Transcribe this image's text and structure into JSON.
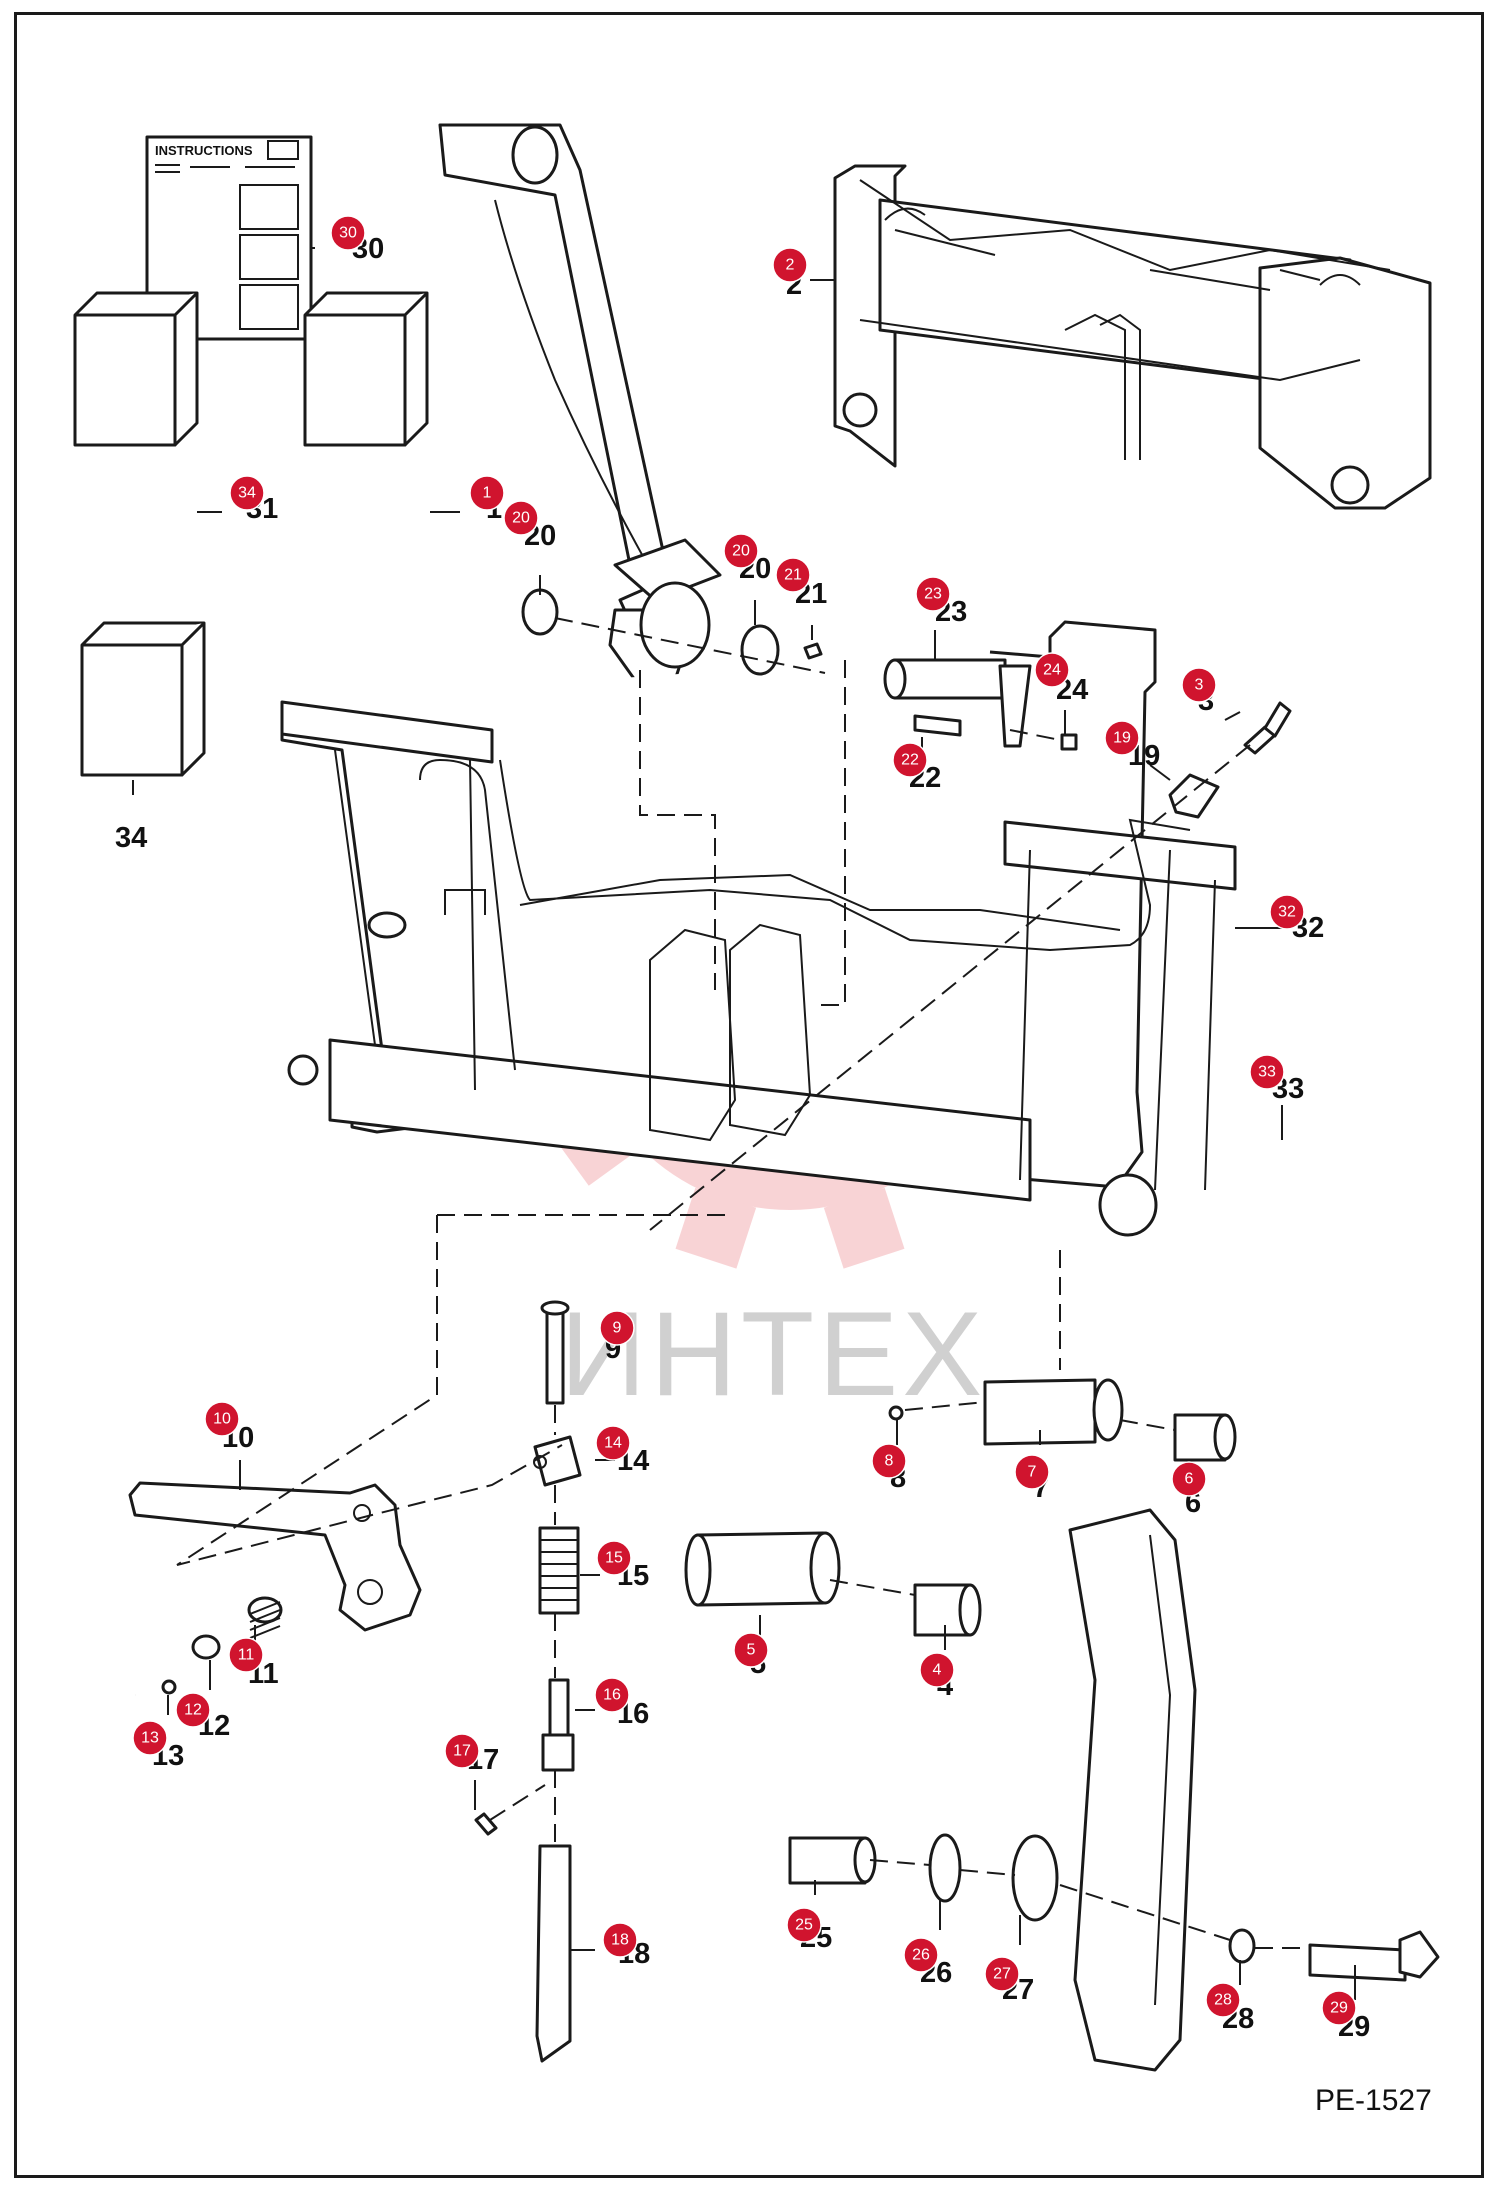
{
  "watermark": {
    "text": "ИНТЕХ",
    "color": "#f4b0b4"
  },
  "figure_code": "PE-1527",
  "instructions_title": "INSTRUCTIONS",
  "badge_color": "#d0142e",
  "parts": [
    {
      "id": "p1",
      "label": "1",
      "badge": "1"
    },
    {
      "id": "p2",
      "label": "2",
      "badge": "2"
    },
    {
      "id": "p3",
      "label": "3",
      "badge": "3"
    },
    {
      "id": "p4",
      "label": "4",
      "badge": "4"
    },
    {
      "id": "p5",
      "label": "5",
      "badge": "5"
    },
    {
      "id": "p6",
      "label": "6",
      "badge": "6"
    },
    {
      "id": "p7",
      "label": "7",
      "badge": "7"
    },
    {
      "id": "p8",
      "label": "8",
      "badge": "8"
    },
    {
      "id": "p9",
      "label": "9",
      "badge": "9"
    },
    {
      "id": "p10",
      "label": "10",
      "badge": "10"
    },
    {
      "id": "p11",
      "label": "11",
      "badge": "11"
    },
    {
      "id": "p12",
      "label": "12",
      "badge": "12"
    },
    {
      "id": "p13",
      "label": "13",
      "badge": "13"
    },
    {
      "id": "p14",
      "label": "14",
      "badge": "14"
    },
    {
      "id": "p15",
      "label": "15",
      "badge": "15"
    },
    {
      "id": "p16",
      "label": "16",
      "badge": "16"
    },
    {
      "id": "p17",
      "label": "17",
      "badge": "17"
    },
    {
      "id": "p18",
      "label": "18",
      "badge": "18"
    },
    {
      "id": "p19",
      "label": "19",
      "badge": "19"
    },
    {
      "id": "p20a",
      "label": "20",
      "badge": "20"
    },
    {
      "id": "p20b",
      "label": "20",
      "badge": "20"
    },
    {
      "id": "p21",
      "label": "21",
      "badge": "21"
    },
    {
      "id": "p22",
      "label": "22",
      "badge": "22"
    },
    {
      "id": "p23",
      "label": "23",
      "badge": "23"
    },
    {
      "id": "p24",
      "label": "24",
      "badge": "24"
    },
    {
      "id": "p25",
      "label": "25",
      "badge": "25"
    },
    {
      "id": "p26",
      "label": "26",
      "badge": "26"
    },
    {
      "id": "p27",
      "label": "27",
      "badge": "27"
    },
    {
      "id": "p28",
      "label": "28",
      "badge": "28"
    },
    {
      "id": "p29",
      "label": "29",
      "badge": "29"
    },
    {
      "id": "p30",
      "label": "30",
      "badge": "30"
    },
    {
      "id": "p31",
      "label": "31",
      "badge": "34"
    },
    {
      "id": "p32",
      "label": "32",
      "badge": "32"
    },
    {
      "id": "p33",
      "label": "33",
      "badge": "33"
    },
    {
      "id": "p34",
      "label": "34",
      "badge": ""
    }
  ]
}
